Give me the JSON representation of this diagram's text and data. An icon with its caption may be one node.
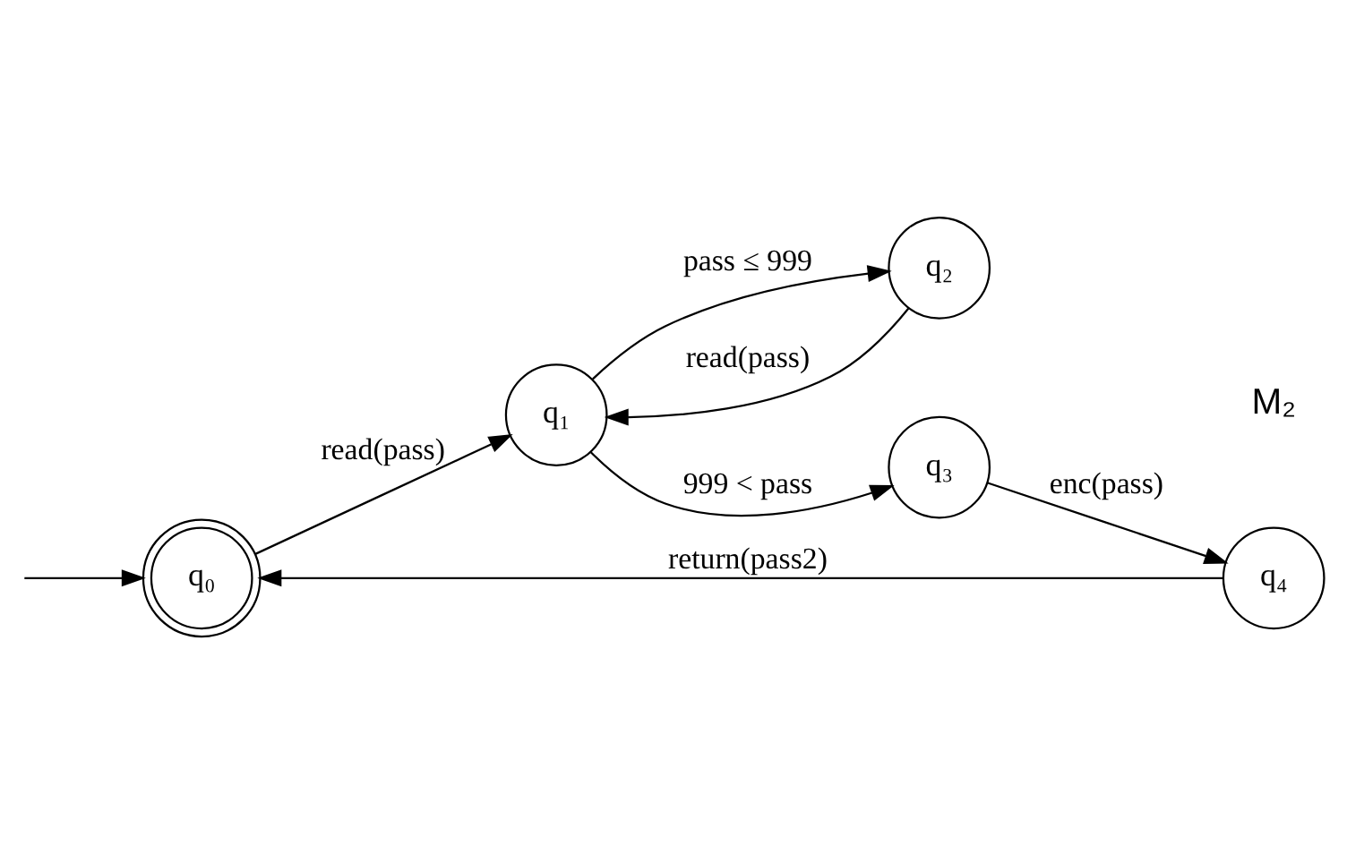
{
  "diagram": {
    "nodes": [
      {
        "text": [
          "q₀"
        ]
      },
      {
        "text": [
          "q₁"
        ]
      },
      {
        "text": [
          "q₂"
        ]
      },
      {
        "text": [
          "q₃"
        ]
      },
      {
        "text": [
          "q₄"
        ]
      }
    ],
    "edges": [
      {
        "from": null,
        "to": 0,
        "arrow": "to"
      },
      {
        "from": 0,
        "to": 1,
        "arrow": "to",
        "label": "read(pass)"
      },
      {
        "from": 1,
        "to": 2,
        "arrow": "to",
        "label": "pass ≤ 999"
      },
      {
        "from": 2,
        "to": 1,
        "arrow": "to",
        "label": "read(pass)"
      },
      {
        "from": 1,
        "to": 3,
        "arrow": "to",
        "label": "999 < pass"
      },
      {
        "from": 3,
        "to": 4,
        "arrow": "to",
        "label": "enc(pass)"
      },
      {
        "from": 4,
        "to": 0,
        "arrow": "to",
        "label": "return(pass2)"
      }
    ],
    "labels": [
      "M₂"
    ]
  }
}
